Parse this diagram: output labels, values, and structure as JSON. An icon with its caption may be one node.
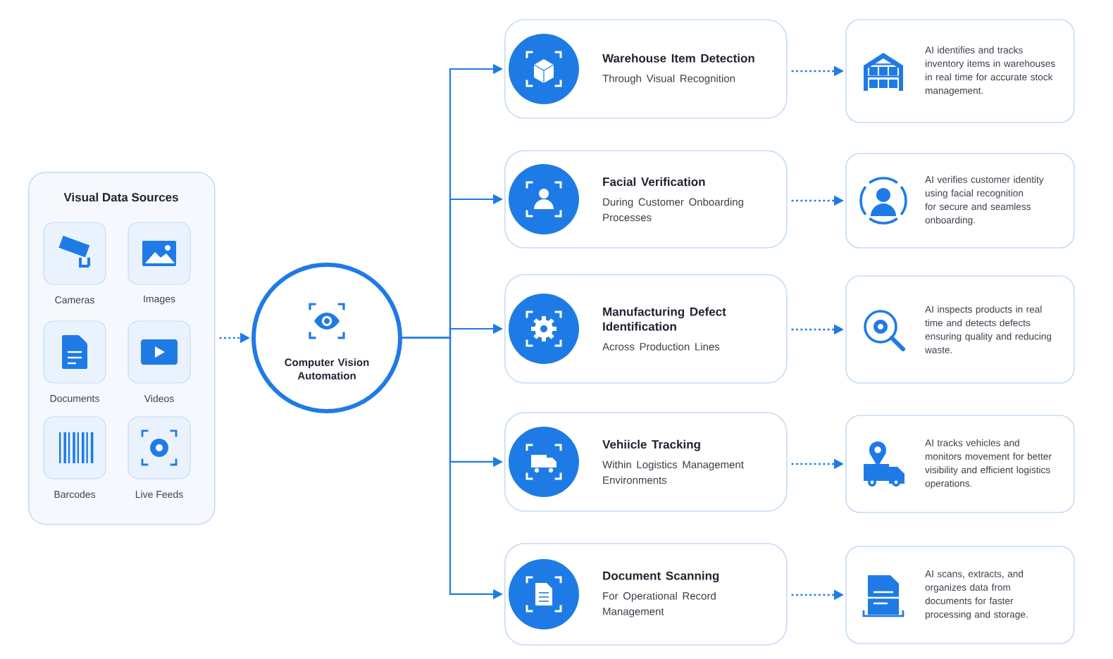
{
  "diagram": {
    "nodes": [
      {
        "text": [
          "Visual Data Sources"
        ]
      },
      {
        "text": [
          "Cameras"
        ],
        "in": 0
      },
      {
        "text": [
          "Images"
        ],
        "in": 0
      },
      {
        "text": [
          "Documents"
        ],
        "in": 0
      },
      {
        "text": [
          "Videos"
        ],
        "in": 0
      },
      {
        "text": [
          "Barcodes"
        ],
        "in": 0
      },
      {
        "text": [
          "Live Feeds"
        ],
        "in": 0
      },
      {
        "text": [
          "Computer Vision Automation"
        ]
      },
      {
        "text": [
          "Warehouse Item Detection",
          "Through Visual Recognition"
        ]
      },
      {
        "text": [
          "Facial Verification",
          "During Customer Onboarding Processes"
        ]
      },
      {
        "text": [
          "Manufacturing Defect Identification",
          "Across Production Lines"
        ]
      },
      {
        "text": [
          "Vehiicle Tracking",
          "Within Logistics Management Environments"
        ]
      },
      {
        "text": [
          "Document Scanning",
          "For Operational Record Management"
        ]
      },
      {
        "text": [
          "AI identifies and tracks inventory items in warehouses in real time for accurate stock management."
        ]
      },
      {
        "text": [
          "AI verifies customer identity using facial recognition for secure and seamless onboarding."
        ]
      },
      {
        "text": [
          "AI inspects products in real time and detects defects ensuring quality and reducing waste."
        ]
      },
      {
        "text": [
          "AI tracks vehicles and monitors movement for better visibility and efficient logistics operations."
        ]
      },
      {
        "text": [
          "AI scans, extracts, and organizes data from documents for faster processing and storage."
        ]
      }
    ],
    "edges": [
      {
        "from": 0,
        "to": 7,
        "arrow": "to",
        "style": "dashed"
      },
      {
        "from": 7,
        "to": 8,
        "arrow": "to"
      },
      {
        "from": 7,
        "to": 9,
        "arrow": "to"
      },
      {
        "from": 7,
        "to": 10,
        "arrow": "to"
      },
      {
        "from": 7,
        "to": 11,
        "arrow": "to"
      },
      {
        "from": 7,
        "to": 12,
        "arrow": "to"
      },
      {
        "from": 8,
        "to": 13,
        "arrow": "to",
        "style": "dashed"
      },
      {
        "from": 9,
        "to": 14,
        "arrow": "to",
        "style": "dashed"
      },
      {
        "from": 10,
        "to": 15,
        "arrow": "to",
        "style": "dashed"
      },
      {
        "from": 11,
        "to": 16,
        "arrow": "to",
        "style": "dashed"
      },
      {
        "from": 12,
        "to": 17,
        "arrow": "to",
        "style": "dashed"
      }
    ]
  }
}
